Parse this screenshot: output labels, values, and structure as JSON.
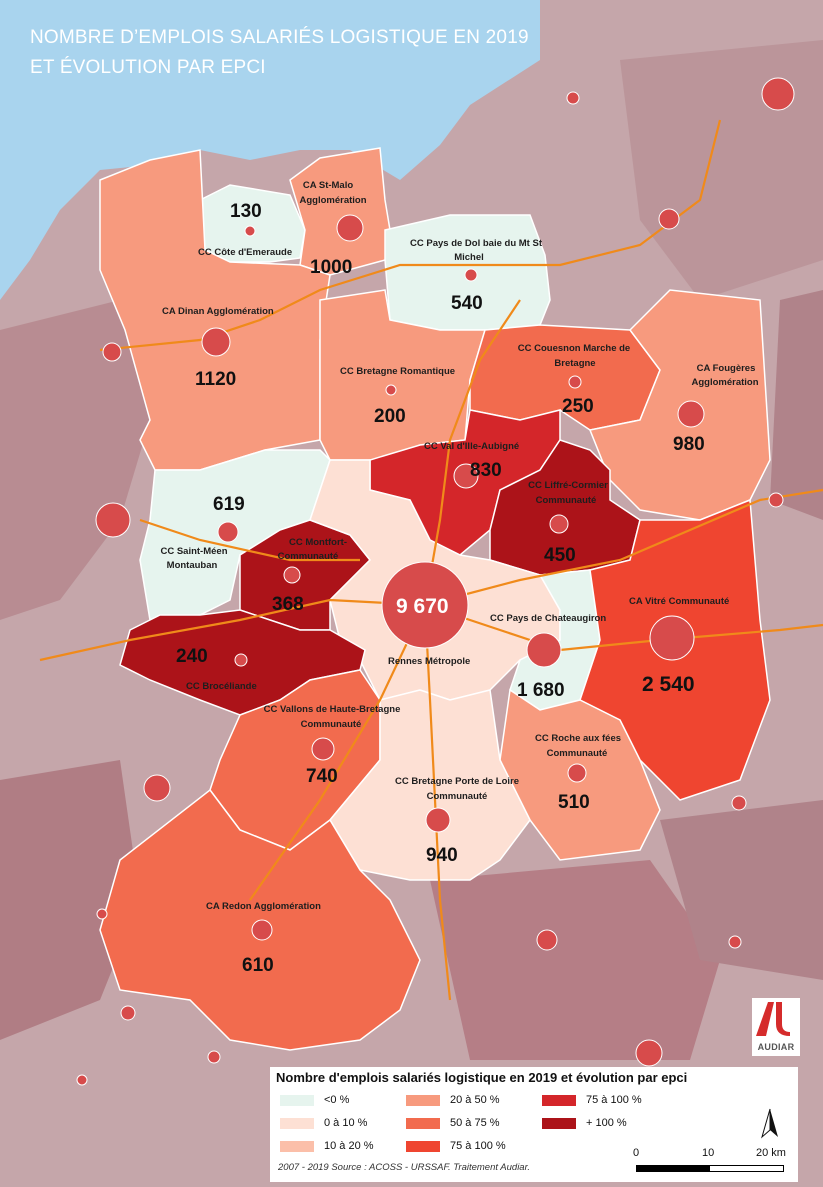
{
  "title": {
    "line1": "NOMBRE D’EMPLOIS SALARIÉS LOGISTIQUE EN 2019",
    "line2": "ET ÉVOLUTION PAR EPCI"
  },
  "colors": {
    "sea": "#a9d4ee",
    "outside_land": "#c5a6aa",
    "outside_land_dark": "#b08087",
    "roads": "#f08a1a",
    "circle": "#d74b4b",
    "border": "#ffffff"
  },
  "legend": {
    "title": "Nombre d'emplois salariés logistique en 2019 et évolution par epci",
    "classes": [
      {
        "label": "<0 %",
        "color": "#e6f4ee"
      },
      {
        "label": "0 à 10 %",
        "color": "#fde0d4"
      },
      {
        "label": "10 à 20 %",
        "color": "#fbbfa9"
      },
      {
        "label": "20 à 50 %",
        "color": "#f79a7e"
      },
      {
        "label": "50 à 75 %",
        "color": "#f26b4e"
      },
      {
        "label": "75 à 100 %",
        "color": "#ef4530"
      },
      {
        "label": "75 à 100 %",
        "color": "#d4262a"
      },
      {
        "label": "+ 100 %",
        "color": "#ac1319"
      }
    ],
    "source": "2007 - 2019 Source : ACOSS - URSSAF. Traitement Audiar.",
    "scale": {
      "labels": [
        "0",
        "10",
        "20 km"
      ]
    },
    "logo_text": "AUDIAR"
  },
  "epci": [
    {
      "name": "CC Côte d'Emeraude",
      "value": "130",
      "class": 0
    },
    {
      "name": "CA St-Malo Agglomération",
      "value": "1000",
      "class": 3
    },
    {
      "name": "CC Pays de Dol baie du Mt St Michel",
      "value": "540",
      "class": 0
    },
    {
      "name": "CA Dinan Agglomération",
      "value": "1120",
      "class": 3
    },
    {
      "name": "CC Bretagne Romantique",
      "value": "200",
      "class": 3
    },
    {
      "name": "CC Couesnon Marche de Bretagne",
      "value": "250",
      "class": 4
    },
    {
      "name": "CA Fougères Agglomération",
      "value": "980",
      "class": 3
    },
    {
      "name": "CC Val d'Ille-Aubigné",
      "value": "830",
      "class": 6
    },
    {
      "name": "CC Liffré-Cormier Communauté",
      "value": "450",
      "class": 7
    },
    {
      "name": "CC Saint-Méen Montauban",
      "value": "619",
      "class": 0
    },
    {
      "name": "CC Montfort Communauté",
      "value": "368",
      "class": 7
    },
    {
      "name": "Rennes Métropole",
      "value": "9 670",
      "class": 1
    },
    {
      "name": "CC Pays de Chateaugiron",
      "value": "1 680",
      "class": 0
    },
    {
      "name": "CA Vitré Communauté",
      "value": "2 540",
      "class": 5
    },
    {
      "name": "CC Brocéliande",
      "value": "240",
      "class": 7
    },
    {
      "name": "CC Vallons de Haute-Bretagne Communauté",
      "value": "740",
      "class": 4
    },
    {
      "name": "CC Roche aux fées Communauté",
      "value": "510",
      "class": 3
    },
    {
      "name": "CC Bretagne Porte de Loire Communauté",
      "value": "940",
      "class": 1
    },
    {
      "name": "CA Redon Agglomération",
      "value": "610",
      "class": 4
    }
  ]
}
